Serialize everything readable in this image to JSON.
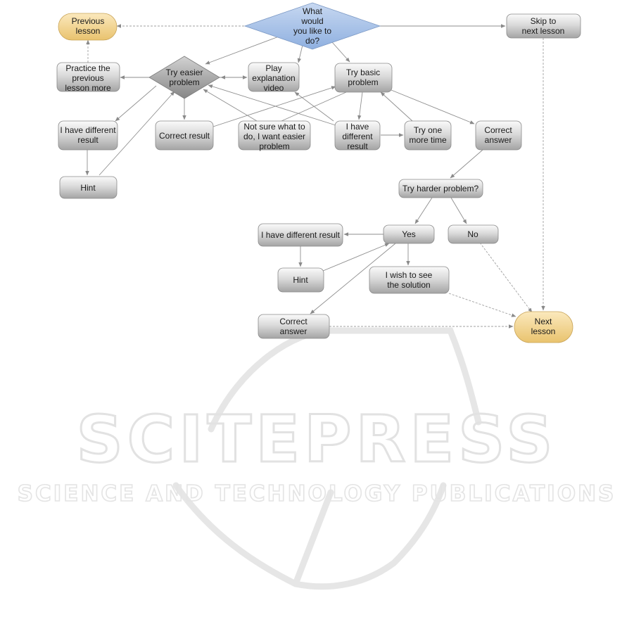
{
  "nodes": {
    "previous_lesson": [
      "Previous",
      "lesson"
    ],
    "what_to_do": [
      "What",
      "would",
      "you like to",
      "do?"
    ],
    "skip_lesson": [
      "Skip to",
      "next lesson"
    ],
    "practice_previous": [
      "Practice the",
      "previous",
      "lesson more"
    ],
    "try_easier": [
      "Try easier",
      "problem"
    ],
    "play_video": [
      "Play",
      "explanation",
      "video"
    ],
    "try_basic": [
      "Try basic",
      "problem"
    ],
    "diff_result_left": [
      "I have different",
      "result"
    ],
    "correct_result": [
      "Correct result"
    ],
    "not_sure": [
      "Not sure what to",
      "do, I want easier",
      "problem"
    ],
    "diff_result_mid": [
      "I have",
      "different",
      "result"
    ],
    "try_again": [
      "Try one",
      "more time"
    ],
    "correct_answer_top": [
      "Correct",
      "answer"
    ],
    "hint_left": [
      "Hint"
    ],
    "try_harder": [
      "Try harder problem?"
    ],
    "diff_result_low": [
      "I have different result"
    ],
    "yes": [
      "Yes"
    ],
    "no": [
      "No"
    ],
    "hint_low": [
      "Hint"
    ],
    "see_solution": [
      "I wish to see",
      "the solution"
    ],
    "correct_answer_low": [
      "Correct",
      "answer"
    ],
    "next_lesson": [
      "Next",
      "lesson"
    ]
  },
  "watermark": {
    "brand": "SCITEPRESS",
    "tagline": "SCIENCE AND TECHNOLOGY PUBLICATIONS"
  },
  "colors": {
    "terminal_fill": "#f3d58f",
    "decision_fill": "#a9c3e8",
    "gray_decision_fill": "#9a9a9a",
    "box_fill_top": "#f7f7f7",
    "box_fill_bottom": "#a8a8a8"
  }
}
